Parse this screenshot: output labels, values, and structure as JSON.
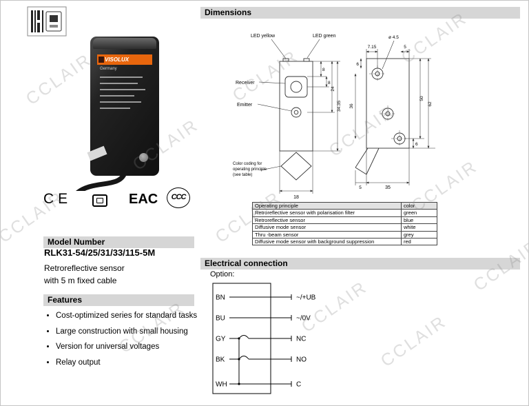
{
  "watermark": {
    "text": "CCLAIR"
  },
  "marks": {
    "ce": "CE",
    "eac": "EAC",
    "ccc": "CCC"
  },
  "product": {
    "brand": "VISOLUX",
    "origin": "Germany"
  },
  "model": {
    "heading": "Model Number",
    "number": "RLK31-54/25/31/33/115-5M",
    "description_line1": "Retroreflective sensor",
    "description_line2": "with 5 m fixed cable"
  },
  "features": {
    "heading": "Features",
    "items": [
      "Cost-optimized series for standard tasks",
      "Large construction with small housing",
      "Version for universal voltages",
      "Relay output"
    ]
  },
  "dimensions": {
    "heading": "Dimensions",
    "labels": {
      "led_yellow": "LED yellow",
      "led_green": "LED green",
      "receiver": "Receiver",
      "emitter": "Emitter",
      "color_coding_1": "Color coding for",
      "color_coding_2": "operating principle",
      "color_coding_3": "(see table)"
    },
    "values": {
      "front_width": "18",
      "front_total": "34.35",
      "front_mid": "24",
      "front_top": "8",
      "front_lens": "8",
      "hole_pitch": "7.15",
      "hole_diameter": "ø 4.5",
      "top_small": "5",
      "side_top_left": "6",
      "side_left": "36",
      "side_right_inner": "50",
      "side_right_outer": "62",
      "side_width": "35",
      "bottom_small": "5",
      "bottom_right_small": "6"
    }
  },
  "principle_table": {
    "headers": [
      "Operating principle",
      "color"
    ],
    "rows": [
      {
        "principle": "Retroreflective sensor with polarisation filter",
        "color": "green"
      },
      {
        "principle": "Retroreflective sensor",
        "color": "blue"
      },
      {
        "principle": "Diffusive mode sensor",
        "color": "white"
      },
      {
        "principle": "Thru -beam sensor",
        "color": "grey"
      },
      {
        "principle": "Diffusive mode sensor with background suppression",
        "color": "red"
      }
    ]
  },
  "electrical": {
    "heading": "Electrical connection",
    "option_label": "Option:",
    "wires": [
      {
        "code": "BN",
        "terminal": "~/+UB"
      },
      {
        "code": "BU",
        "terminal": "~/0V"
      },
      {
        "code": "GY",
        "terminal": "NC"
      },
      {
        "code": "BK",
        "terminal": "NO"
      },
      {
        "code": "WH",
        "terminal": "C"
      }
    ]
  }
}
